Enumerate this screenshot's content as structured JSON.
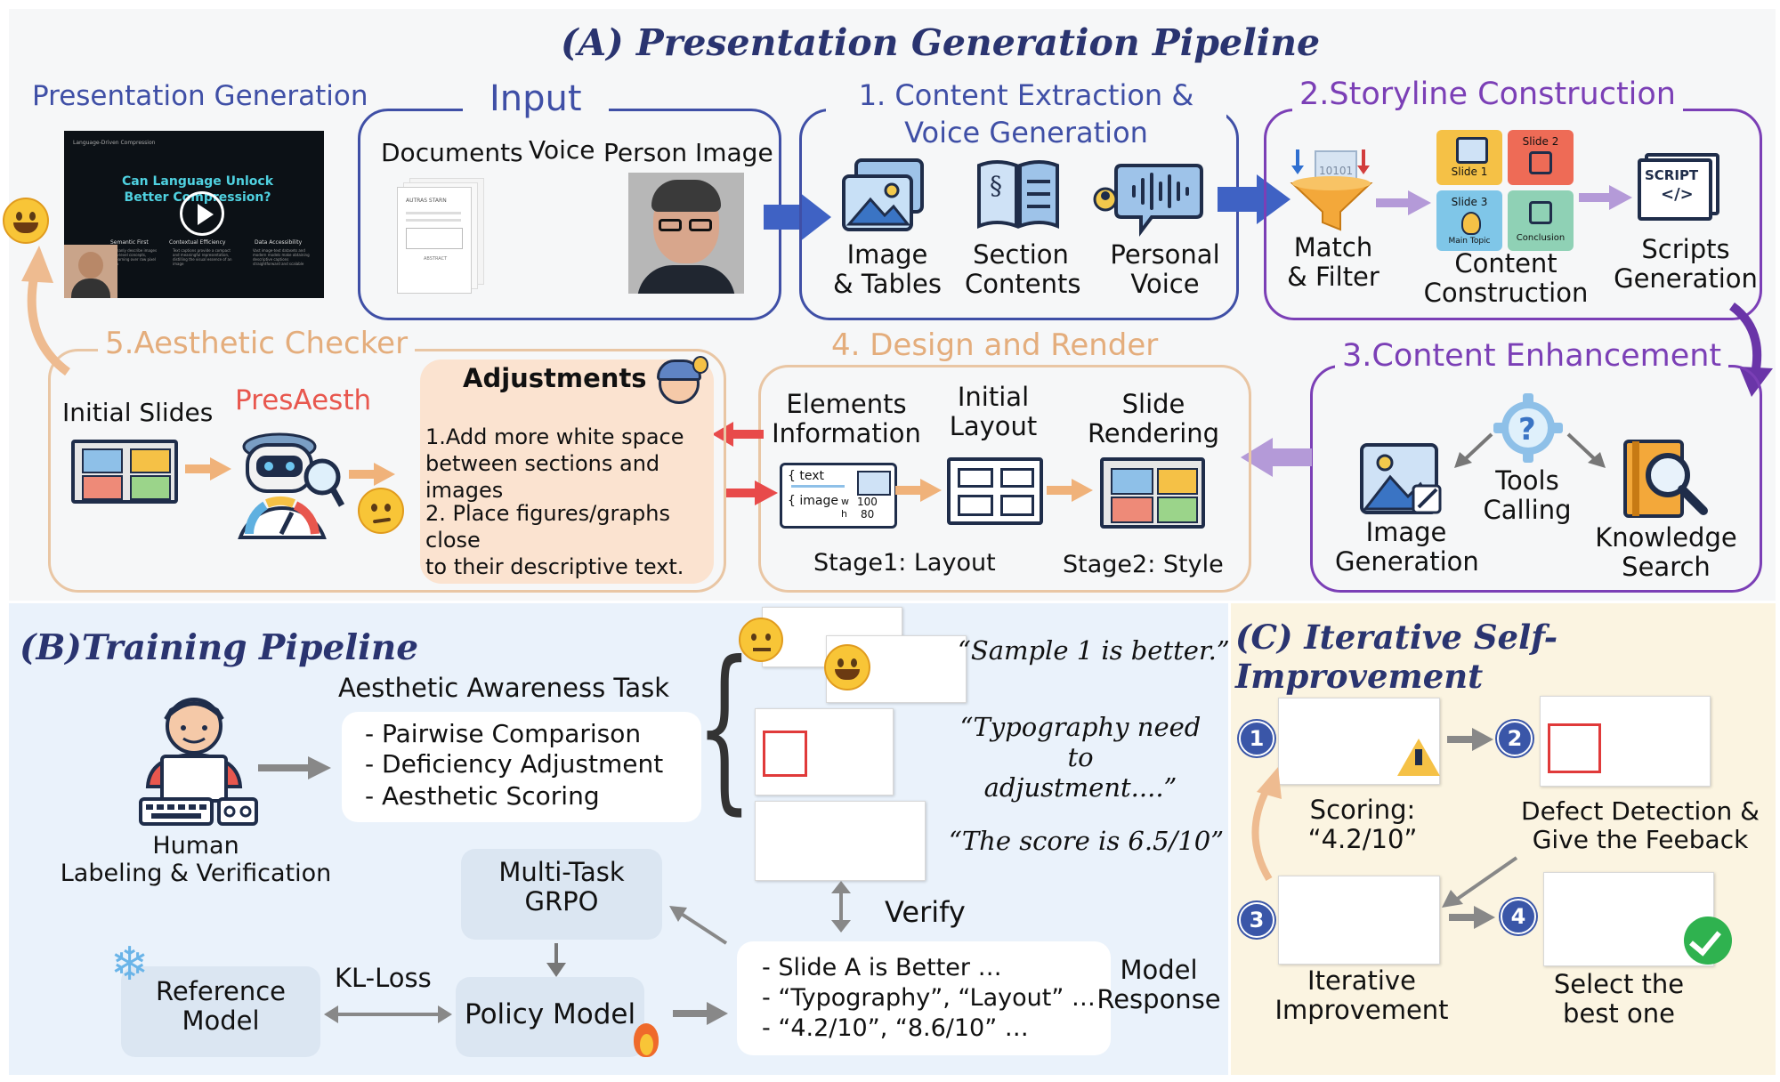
{
  "titles": {
    "a": "(A) Presentation Generation Pipeline",
    "b": "(B)Training Pipeline",
    "c": "(C) Iterative Self-Improvement"
  },
  "presentation": {
    "heading": "Presentation Generation",
    "slide_title": "Can Language Unlock Better Compression?",
    "slide_header": "Language-Driven Compression",
    "slide_cols": [
      "Semantic First",
      "Contextual Efficiency",
      "Data Accessibility"
    ],
    "slide_col_texts": [
      "Humanly describe images high-level concepts, unlearning over raw pixel data",
      "Text captions provide a compact and meaningful representation, distilling the visual essence of an image",
      "Vast image-text datasets and modern models make obtaining descriptive captions straightforward and scalable"
    ]
  },
  "input": {
    "title": "Input",
    "items": [
      "Documents",
      "Voice",
      "Person Image"
    ],
    "doc_lines": [
      "AUTRAS STARN",
      "ABSTRACT"
    ]
  },
  "extraction": {
    "title": "1. Content Extraction & Voice Generation",
    "items": [
      [
        "Image",
        "& Tables"
      ],
      [
        "Section",
        "Contents"
      ],
      [
        "Personal",
        "Voice"
      ]
    ]
  },
  "storyline": {
    "title": "2.Storyline Construction",
    "items": [
      [
        "Match",
        "& Filter"
      ],
      [
        "Content",
        "Construction"
      ],
      [
        "Scripts",
        "Generation"
      ]
    ],
    "slides": [
      "Slide 1",
      "Slide 2",
      "Slide 3",
      "Conclusion",
      "Main Topic"
    ],
    "script_label": "SCRIPT",
    "script_code": "</>",
    "binary": "10101"
  },
  "enhancement": {
    "title": "3.Content Enhancement",
    "items": [
      [
        "Image",
        "Generation"
      ],
      [
        "Tools",
        "Calling"
      ],
      [
        "Knowledge",
        "Search"
      ]
    ]
  },
  "design": {
    "title": "4. Design and Render",
    "items": [
      [
        "Elements",
        "Information"
      ],
      [
        "Initial",
        "Layout"
      ],
      [
        "Slide",
        "Rendering"
      ]
    ],
    "stage1": "Stage1: Layout",
    "stage2": "Stage2: Style",
    "code": [
      "{ text",
      "{ image",
      "w",
      "h",
      "100",
      "80"
    ]
  },
  "checker": {
    "title": "5.Aesthetic Checker",
    "initial": "Initial Slides",
    "model": "PresAesth",
    "adj_title": "Adjustments",
    "adj1": [
      "1.Add more white space",
      "between sections and images"
    ],
    "adj2": [
      "2. Place figures/graphs close",
      "to their descriptive text."
    ]
  },
  "training": {
    "human": [
      "Human",
      "Labeling & Verification"
    ],
    "task_title": "Aesthetic Awareness Task",
    "tasks": [
      "- Pairwise Comparison",
      "- Deficiency Adjustment",
      "- Aesthetic Scoring"
    ],
    "quotes": [
      "“Sample 1 is better.”",
      "“Typography need to",
      "adjustment....”",
      "“The score is 6.5/10”"
    ],
    "verify": "Verify",
    "grpo": [
      "Multi-Task",
      "GRPO"
    ],
    "ref": [
      "Reference",
      "Model"
    ],
    "kl": "KL-Loss",
    "policy": "Policy Model",
    "responses": [
      "- Slide A is Better …",
      "- “Typography”, “Layout” …",
      "- “4.2/10”, “8.6/10” …"
    ],
    "response_label": [
      "Model",
      "Response"
    ]
  },
  "iterative": {
    "badges": [
      "1",
      "2",
      "3",
      "4"
    ],
    "scoring": [
      "Scoring:",
      "“4.2/10”"
    ],
    "defect": [
      "Defect Detection &",
      "Give the Feeback"
    ],
    "improve": [
      "Iterative",
      "Improvement"
    ],
    "select": [
      "Select the",
      "best one"
    ]
  },
  "colors": {
    "blue": "#3f4fa6",
    "purple": "#7b3fb6",
    "orange": "#e4ad7c",
    "navy": "#2a3470"
  }
}
